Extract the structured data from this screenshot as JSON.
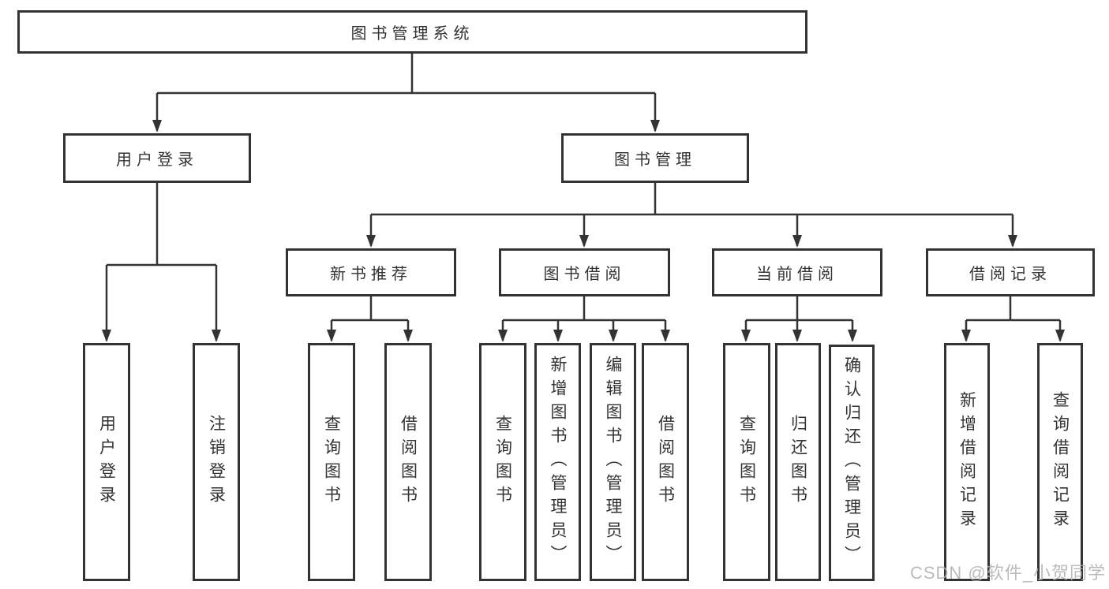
{
  "nodes": {
    "root": "图书管理系统",
    "user_login": {
      "label": "用户登录",
      "children": [
        "用户登录",
        "注销登录"
      ]
    },
    "book_management": {
      "label": "图书管理",
      "children": [
        {
          "label": "新书推荐",
          "children": [
            "查询图书",
            "借阅图书"
          ]
        },
        {
          "label": "图书借阅",
          "children": [
            "查询图书",
            "新增图书（管理员）",
            "编辑图书（管理员）",
            "借阅图书"
          ]
        },
        {
          "label": "当前借阅",
          "children": [
            "查询图书",
            "归还图书",
            "确认归还（管理员）"
          ]
        },
        {
          "label": "借阅记录",
          "children": [
            "新增借阅记录",
            "查询借阅记录"
          ]
        }
      ]
    }
  },
  "watermark": "CSDN @软件_小贺同学",
  "colors": {
    "line": "#333333",
    "text": "#333333",
    "box_background": "#ffffff",
    "watermark": "#afafaf"
  }
}
